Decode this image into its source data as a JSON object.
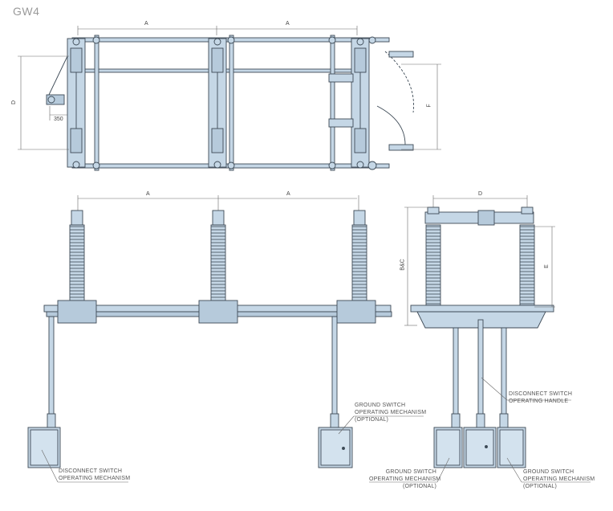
{
  "title": "GW4",
  "dims": {
    "a": "A",
    "d": "D",
    "f": "F",
    "e": "E",
    "bc": "B&C",
    "d350": "350"
  },
  "labels": {
    "front_left": [
      "DISCONNECT SWITCH",
      "OPERATING MECHANISM"
    ],
    "front_right": [
      "GROUND SWITCH",
      "OPERATING MECHANISM",
      "(OPTIONAL)"
    ],
    "side_handle": [
      "DISCONNECT SWITCH",
      "OPERATING HANDLE"
    ],
    "side_left": [
      "GROUND SWITCH",
      "OPERATING MECHANISM",
      "(OPTIONAL)"
    ],
    "side_right": [
      "GROUND SWITCH",
      "OPERATING MECHANISM",
      "(OPTIONAL)"
    ]
  },
  "colors": {
    "fill": "#c5d7e6",
    "stroke": "#3d4a56",
    "line": "#6b6b6b"
  }
}
